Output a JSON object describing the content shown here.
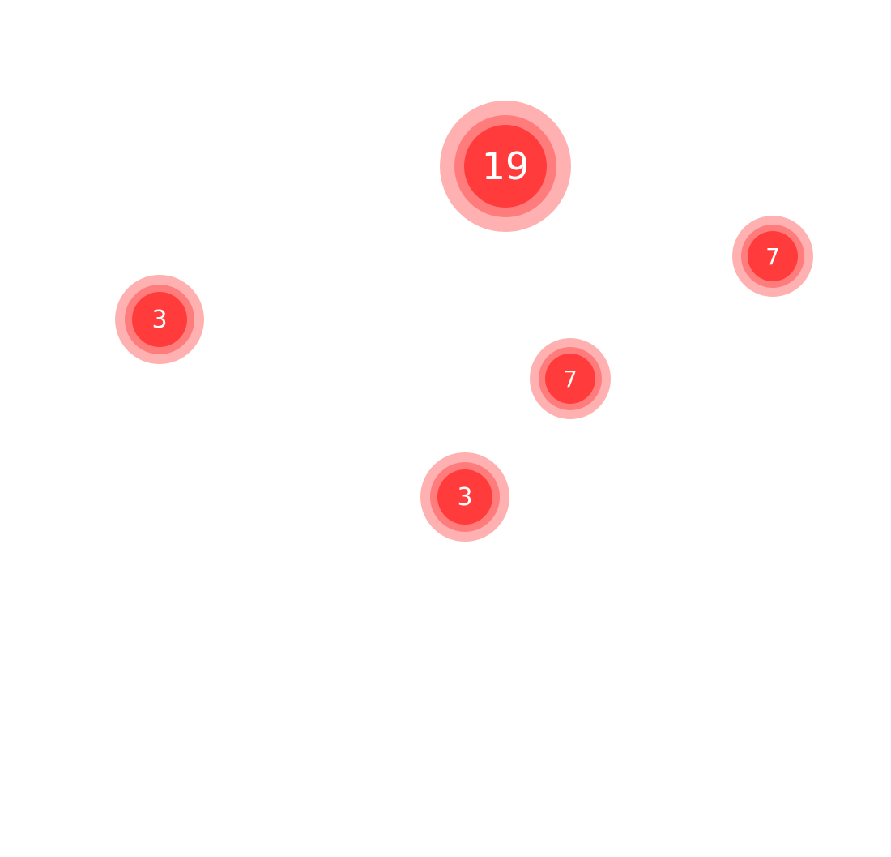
{
  "colors": {
    "outer": "#ffb1b1",
    "middle": "#ff7c7c",
    "inner": "#ff3b3b",
    "text": "#ffffff"
  },
  "clusters": [
    {
      "count": "19"
    },
    {
      "count": "7"
    },
    {
      "count": "3"
    },
    {
      "count": "7"
    },
    {
      "count": "3"
    }
  ]
}
